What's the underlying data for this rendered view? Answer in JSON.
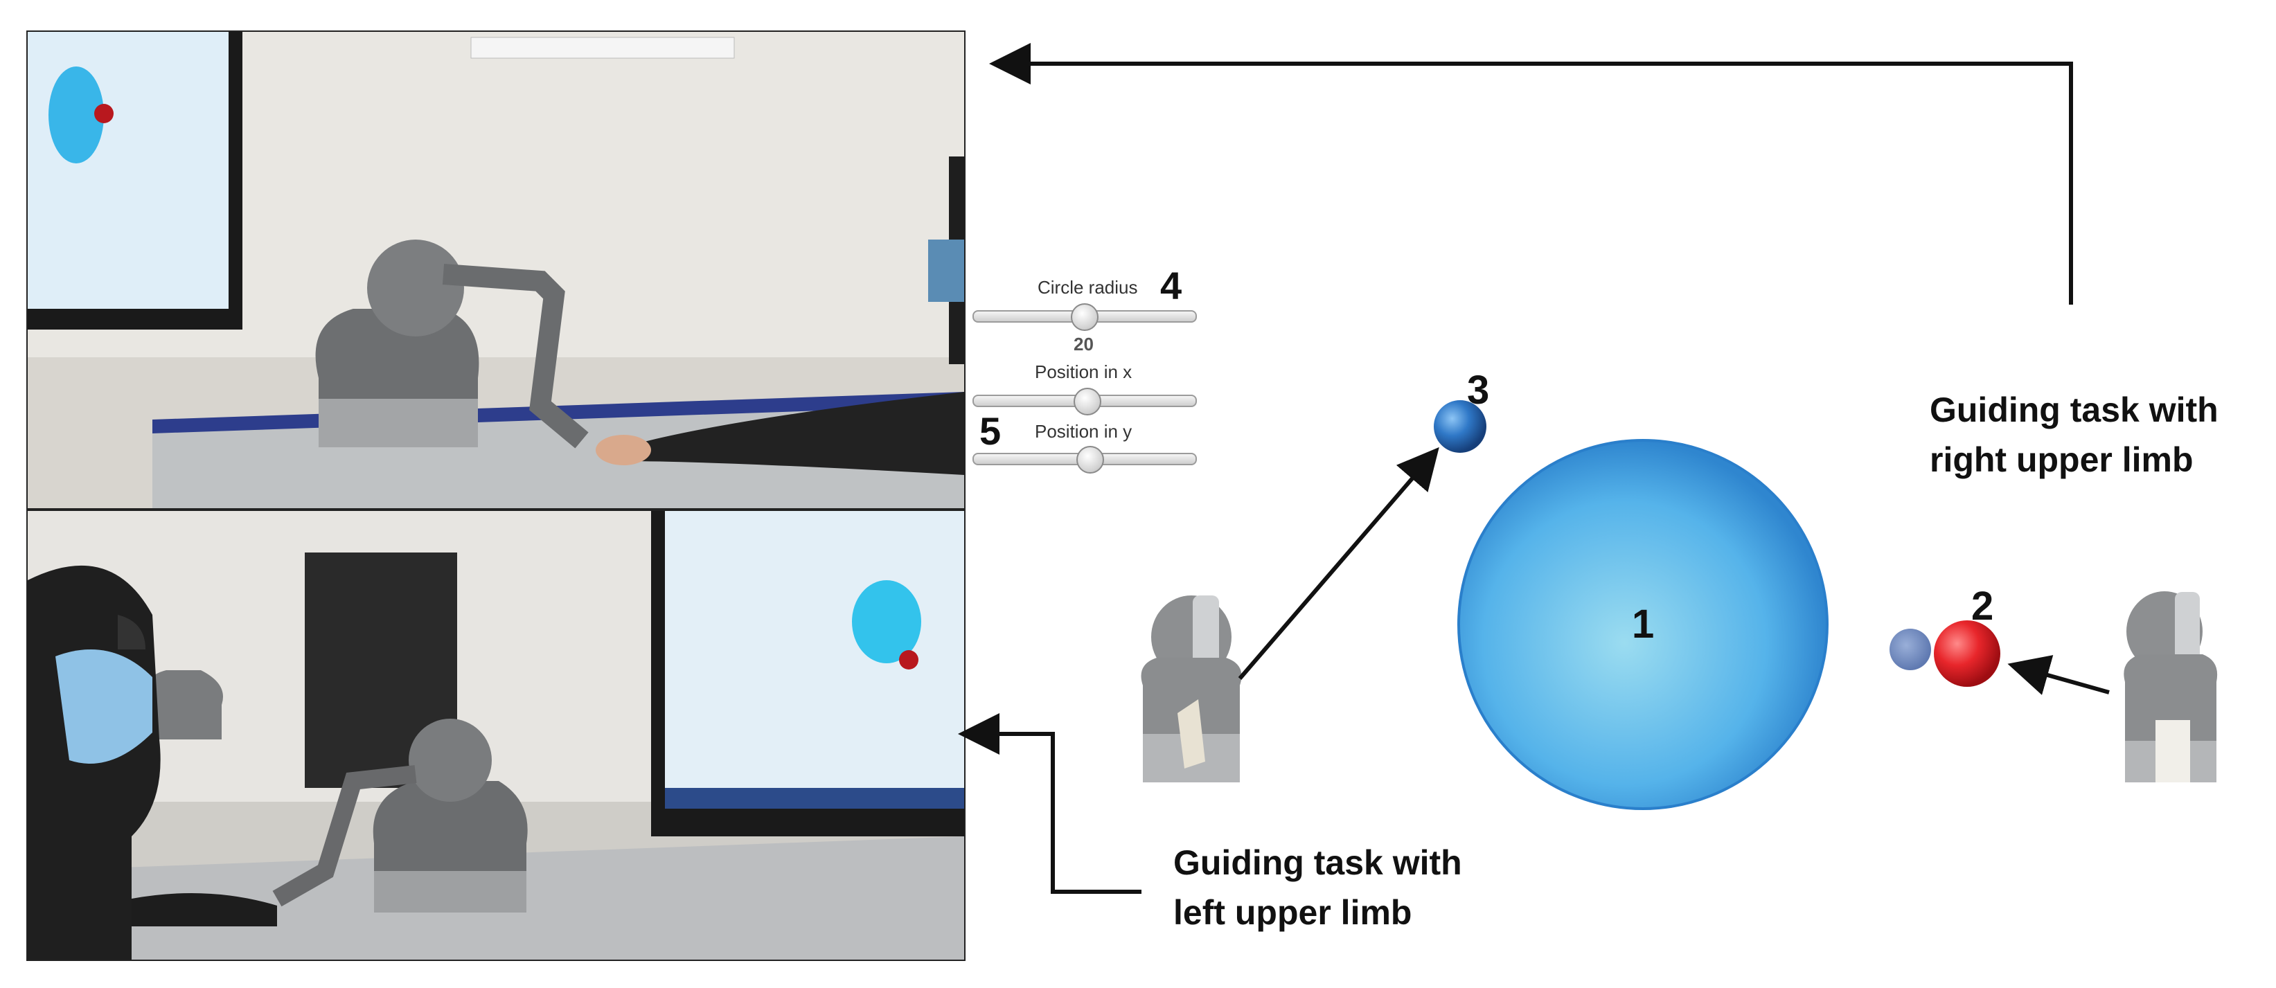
{
  "controls": {
    "circle_radius_label": "Circle radius",
    "circle_radius_value": "20",
    "position_x_label": "Position in x",
    "position_y_label": "Position in y",
    "callout_radius_number": "4",
    "callout_position_number": "5"
  },
  "scene": {
    "target_circle_label": "1",
    "red_cursor_label": "2",
    "blue_ball_label": "3"
  },
  "captions": {
    "right_line1": "Guiding task with",
    "right_line2": "right upper limb",
    "left_line1": "Guiding task with",
    "left_line2": "left upper limb"
  },
  "colors": {
    "target_circle": "#5bb8ee",
    "red_cursor": "#e8262b",
    "blue_ball": "#2f78c7",
    "arrow": "#111111"
  }
}
